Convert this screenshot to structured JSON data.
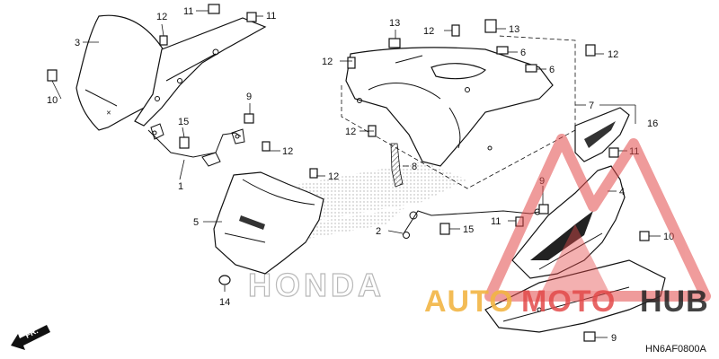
{
  "diagram": {
    "part_labels": [
      {
        "id": "label-1",
        "text": "1"
      },
      {
        "id": "label-2",
        "text": "2"
      },
      {
        "id": "label-3",
        "text": "3"
      },
      {
        "id": "label-4",
        "text": "4"
      },
      {
        "id": "label-5",
        "text": "5"
      },
      {
        "id": "label-6a",
        "text": "6"
      },
      {
        "id": "label-6b",
        "text": "6"
      },
      {
        "id": "label-7",
        "text": "7"
      },
      {
        "id": "label-8",
        "text": "8"
      },
      {
        "id": "label-9a",
        "text": "9"
      },
      {
        "id": "label-9b",
        "text": "9"
      },
      {
        "id": "label-10a",
        "text": "10"
      },
      {
        "id": "label-10b",
        "text": "10"
      },
      {
        "id": "label-11a",
        "text": "11"
      },
      {
        "id": "label-11b",
        "text": "11"
      },
      {
        "id": "label-11c",
        "text": "11"
      },
      {
        "id": "label-11d",
        "text": "11"
      },
      {
        "id": "label-12a",
        "text": "12"
      },
      {
        "id": "label-12b",
        "text": "12"
      },
      {
        "id": "label-12c",
        "text": "12"
      },
      {
        "id": "label-12d",
        "text": "12"
      },
      {
        "id": "label-12e",
        "text": "12"
      },
      {
        "id": "label-12f",
        "text": "12"
      },
      {
        "id": "label-12g",
        "text": "12"
      },
      {
        "id": "label-13a",
        "text": "13"
      },
      {
        "id": "label-13b",
        "text": "13"
      },
      {
        "id": "label-14",
        "text": "14"
      },
      {
        "id": "label-15a",
        "text": "15"
      },
      {
        "id": "label-15b",
        "text": "15"
      },
      {
        "id": "label-16",
        "text": "16"
      }
    ],
    "front_arrow": "FR.",
    "diagram_code": "HN6AF0800A",
    "brand_text": "HONDA",
    "watermark": {
      "part1": "AUTO",
      "part2": "MOTO",
      "part3": "HUB"
    }
  }
}
